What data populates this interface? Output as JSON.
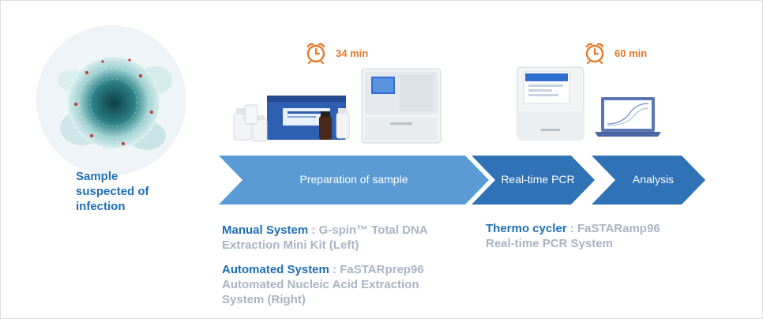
{
  "sample": {
    "line1": "Sample",
    "line2": "suspected of",
    "line3": "infection"
  },
  "timers": [
    {
      "label": "34 min"
    },
    {
      "label": "60 min"
    }
  ],
  "steps": [
    {
      "label": "Preparation of sample"
    },
    {
      "label": "Real-time PCR"
    },
    {
      "label": "Analysis"
    }
  ],
  "descriptions": {
    "manual": {
      "title": "Manual System",
      "sep": " : ",
      "line1": "G-spin™ Total DNA",
      "line2": "Extraction Mini Kit (Left)"
    },
    "automated": {
      "title": "Automated System",
      "sep": " : ",
      "line1": "FaSTARprep96",
      "line2": "Automated Nucleic Acid Extraction",
      "line3": "System (Right)"
    },
    "thermo": {
      "title": "Thermo cycler",
      "sep": " : ",
      "line1": "FaSTARamp96",
      "line2": "Real-time PCR System"
    }
  },
  "colors": {
    "accent_blue": "#1d6fb6",
    "timer_orange": "#e4792a",
    "arrow_light": "#5b9bd5",
    "arrow_dark": "#2f72b5",
    "desc_gray": "#a9b4c4"
  }
}
